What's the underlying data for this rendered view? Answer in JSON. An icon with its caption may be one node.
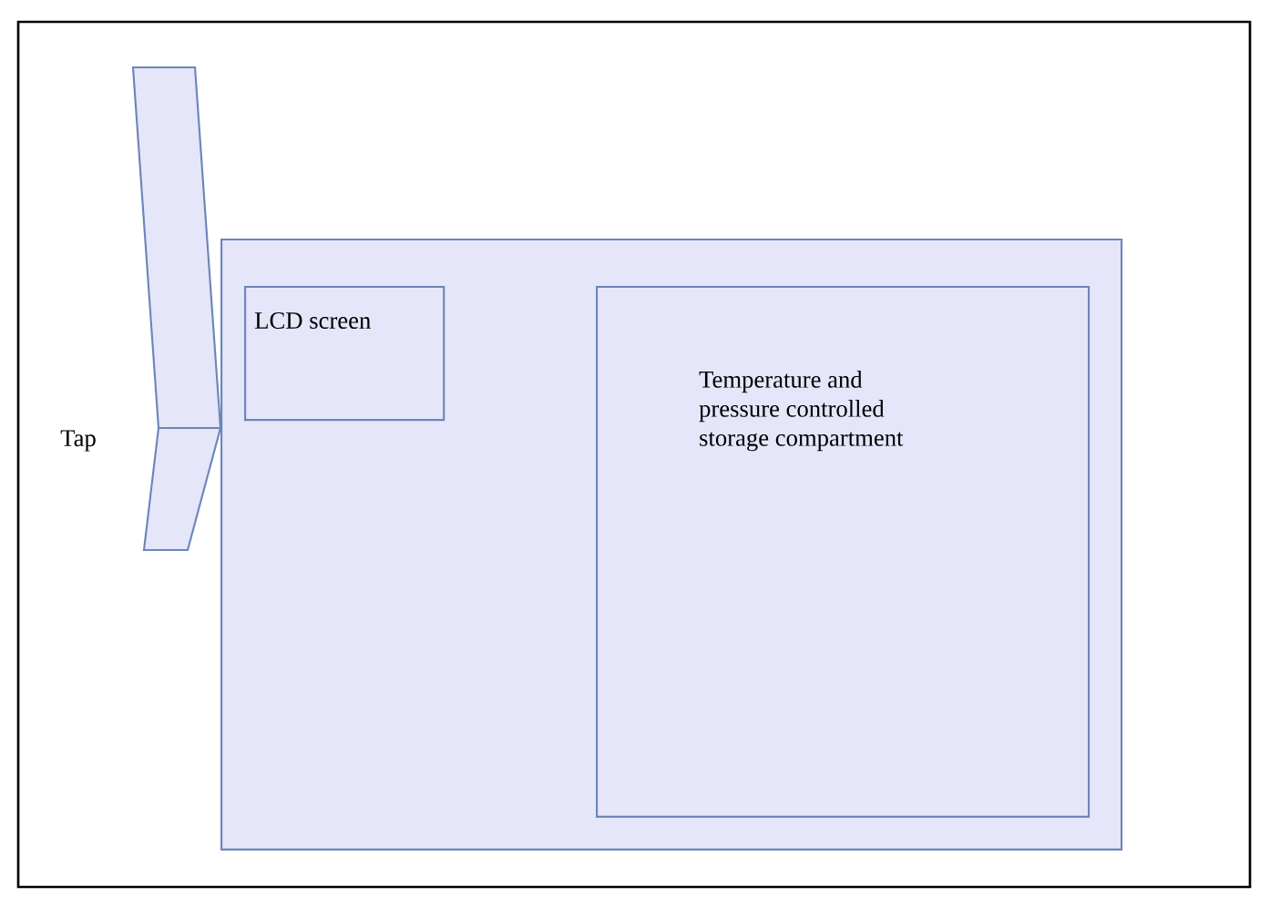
{
  "diagram": {
    "nodes": [
      {
        "text": [],
        "shape": "box"
      },
      {
        "text": [
          "LCD screen"
        ],
        "in": 0
      },
      {
        "text": [
          "Temperature and pressure controlled storage compartment"
        ],
        "in": 0
      }
    ],
    "labels": [
      "Tap"
    ]
  }
}
